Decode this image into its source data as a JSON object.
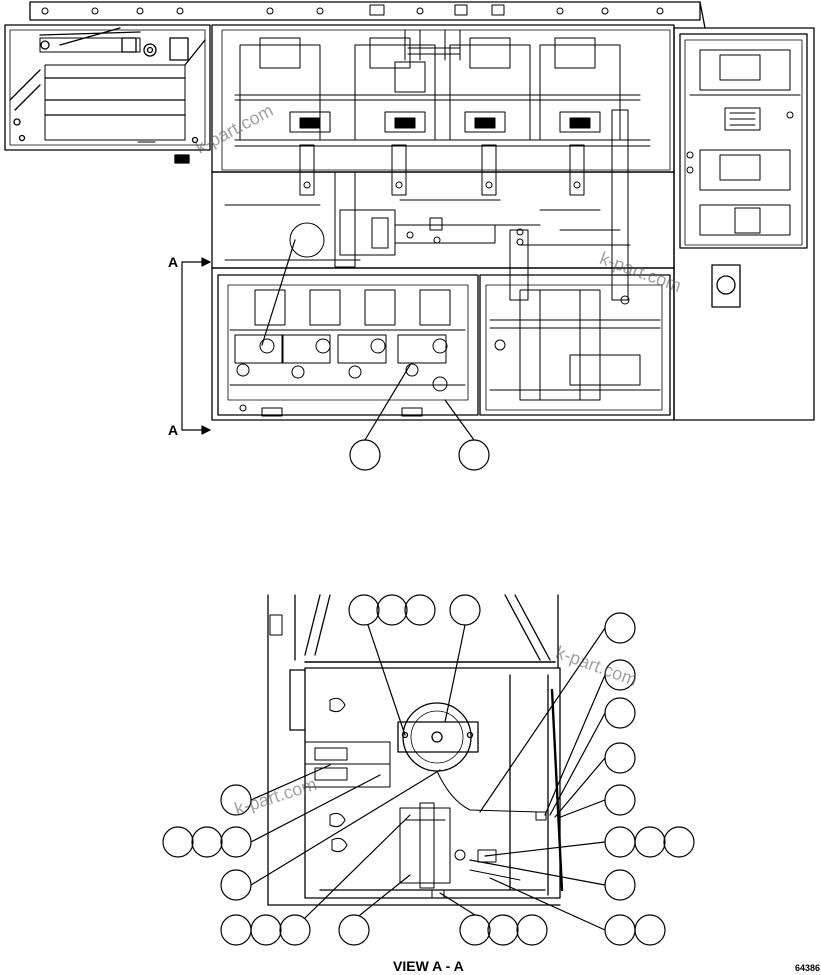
{
  "labels": {
    "section_arrow_top": "A",
    "section_arrow_bottom": "A",
    "view_caption": "VIEW A - A",
    "figure_number": "64386"
  },
  "watermark": {
    "text": "k-part.com"
  },
  "colors": {
    "ink": "#000000",
    "paper": "#ffffff",
    "watermark": "#808080"
  }
}
